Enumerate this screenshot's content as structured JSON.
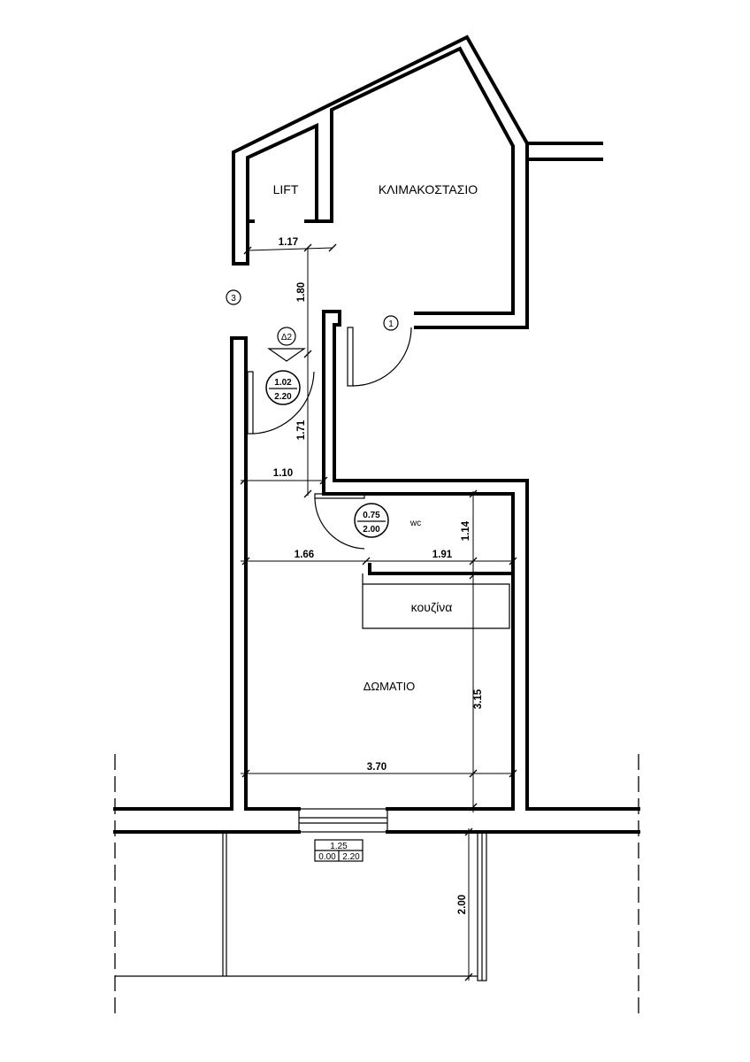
{
  "rooms": {
    "lift": "LIFT",
    "stair": "ΚΛΙΜΑΚΟΣΤΑΣΙΟ",
    "wc": "wc",
    "kitchen": "κουζίνα",
    "room": "ΔΩΜΑΤΙΟ"
  },
  "markers": {
    "m1": "1",
    "m3": "3",
    "section": "Δ2"
  },
  "doors": {
    "entrance": {
      "width": "1.02",
      "height": "2.20"
    },
    "wc": {
      "width": "0.75",
      "height": "2.00"
    }
  },
  "dimensions": {
    "lift_width": "1.17",
    "corridor_a": "1.80",
    "corridor_b": "1.71",
    "hall_width": "1.10",
    "wc_depth": "1.14",
    "left_span": "1.66",
    "wc_width": "1.91",
    "room_depth": "3.15",
    "room_width": "3.70",
    "balcony_depth": "2.00"
  },
  "window_tag": {
    "width": "1.25",
    "sill": "0.00",
    "head": "2.20"
  }
}
